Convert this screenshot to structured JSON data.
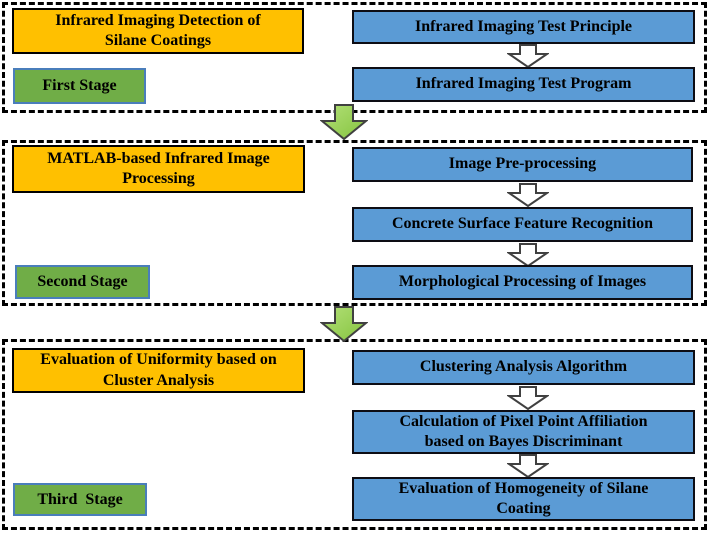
{
  "diagram": {
    "type": "flowchart",
    "subject": "Infrared imaging evaluation workflow for silane coatings",
    "sections": [
      {
        "title": "Infrared Imaging Detection of\nSilane Coatings",
        "stage": "First Stage",
        "steps": [
          "Infrared Imaging Test Principle",
          "Infrared Imaging Test Program"
        ]
      },
      {
        "title": "MATLAB-based Infrared Image\nProcessing",
        "stage": "Second Stage",
        "steps": [
          "Image Pre-processing",
          "Concrete Surface Feature Recognition",
          "Morphological Processing of Images"
        ]
      },
      {
        "title": "Evaluation of Uniformity based on\nCluster Analysis",
        "stage": "Third  Stage",
        "steps": [
          "Clustering Analysis Algorithm",
          "Calculation of Pixel Point Affiliation\nbased on Bayes Discriminant",
          "Evaluation of Homogeneity of Silane\nCoating"
        ]
      }
    ],
    "colors": {
      "title_box_fill": "#FFC000",
      "title_box_border": "#000000",
      "stage_box_fill": "#70AD47",
      "stage_box_border": "#4a7ebb",
      "step_box_fill": "#5B9BD5",
      "step_box_border": "#0d0d14",
      "section_border": "#000000",
      "stage_arrow_fill": "#92D050",
      "flow_arrow_fill": "#ffffff",
      "arrow_outline": "#404040",
      "text": "#000000",
      "background": "#ffffff"
    }
  }
}
